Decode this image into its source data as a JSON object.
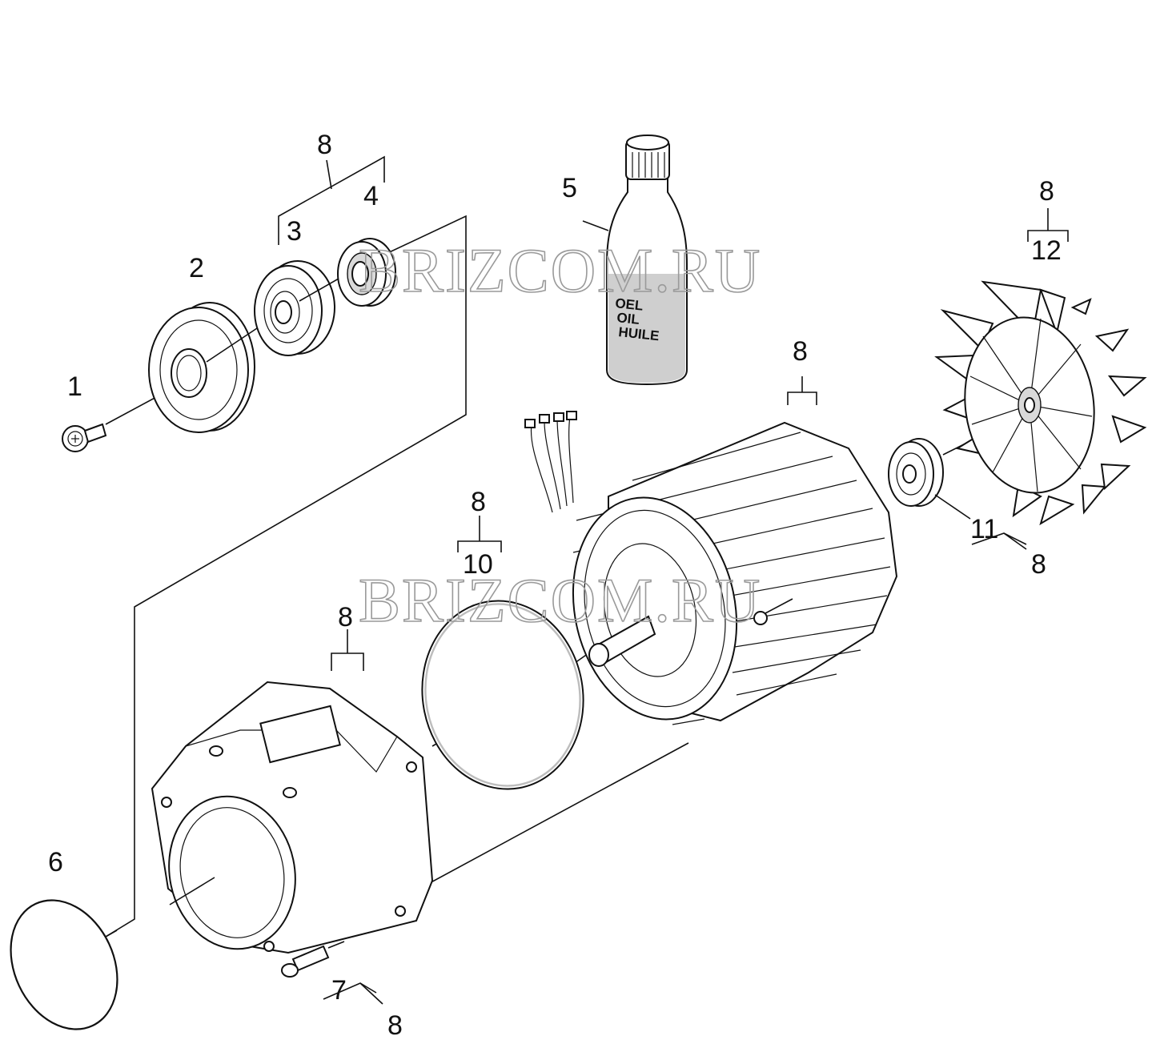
{
  "callouts": {
    "p1": "1",
    "p2": "2",
    "p3": "3",
    "p4": "4",
    "p5": "5",
    "p6": "6",
    "p7": "7",
    "p10": "10",
    "p11": "11",
    "p12": "12",
    "kit_bearing_top": "8",
    "kit_fan_top": "8",
    "kit_motor": "8",
    "kit_oring": "8",
    "kit_housing": "8",
    "kit_bearing_right": "8",
    "kit_screw": "8"
  },
  "bottle_label": [
    "OEL",
    "OIL",
    "HUILE"
  ],
  "watermark": [
    "BRIZCOM.RU",
    "BRIZCOM.RU"
  ]
}
